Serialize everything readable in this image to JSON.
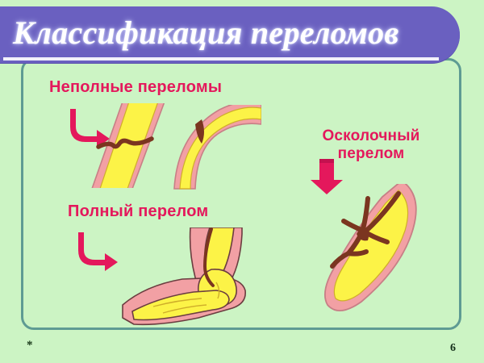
{
  "slide": {
    "background_color": "#ccf4c4",
    "frame_color": "#5e9b93"
  },
  "banner": {
    "title": "Классификация переломов",
    "background_color": "#6a60c0",
    "text_color": "#ffffff"
  },
  "labels": {
    "incomplete": "Неполные переломы",
    "complete": "Полный перелом",
    "comminuted_line1": "Осколочный",
    "comminuted_line2": "перелом",
    "color": "#e4185c"
  },
  "icons": {
    "arrow_hook_incomplete": "curved-arrow-down-right-icon",
    "arrow_hook_complete": "curved-arrow-down-right-icon",
    "arrow_down_comminuted": "arrow-down-icon"
  },
  "figures": {
    "bone_greenstick": "bone-greenstick-fracture-illustration",
    "bone_partial": "bone-incomplete-fracture-illustration",
    "elbow_complete": "elbow-complete-fracture-illustration",
    "bone_comminuted": "bone-comminuted-fracture-illustration",
    "bone_cortex_color": "#f2a0a4",
    "bone_marrow_color": "#fcf347",
    "fracture_line_color": "#7b3520",
    "soft_tissue_color": "#f2a0a4"
  },
  "footer": {
    "mark": "*",
    "page_number": "6"
  }
}
